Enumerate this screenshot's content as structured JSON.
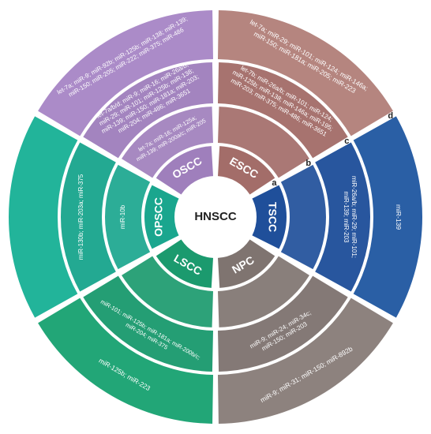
{
  "center": {
    "label": "HNSCC"
  },
  "ring_letters": [
    "a",
    "b",
    "c",
    "d"
  ],
  "sectors": [
    {
      "id": "escc",
      "label": "ESCC",
      "color_inner": "#a36d69",
      "color_outer": "#b5857f",
      "rings": [
        [],
        [
          "let-7b; miR-26a/b; miR-101; miR-124;",
          "miR-125b; miR-138; miR-146a; miR-195;",
          "miR-203; miR-375; miR-486; miR-3651"
        ],
        [
          "let-7a; miR-29; miR-101; miR-124; miR-146a;",
          "miR-150; miR-181a; miR-205; miR-223"
        ]
      ]
    },
    {
      "id": "tscc",
      "label": "TSCC",
      "color_inner": "#1f4f9a",
      "color_outer": "#2a5fa5",
      "rings": [
        [],
        [
          "miR-26a/b; miR-29; miR-101;",
          "miR-139; miR-203"
        ],
        [
          "miR-139"
        ]
      ]
    },
    {
      "id": "npc",
      "label": "NPC",
      "color_inner": "#7f7470",
      "color_outer": "#8d827e",
      "rings": [
        [],
        [
          "miR-9; miR-24; miR-34c;",
          "miR-150; miR-203"
        ],
        [
          "miR-9; miR-31; miR-150; miR-892b"
        ]
      ]
    },
    {
      "id": "lscc",
      "label": "LSCC",
      "color_inner": "#1b9a6e",
      "color_outer": "#22a677",
      "rings": [
        [],
        [
          "miR-101; miR-125b; miR-181a; miR-200b/c;",
          "miR-204; miR-375"
        ],
        [
          "miR-125b; miR-223"
        ]
      ]
    },
    {
      "id": "opscc",
      "label": "OPSCC",
      "color_inner": "#1aa68e",
      "color_outer": "#22b49a",
      "rings": [
        [
          "miR-10b"
        ],
        [
          "miR-130b; miR-203a; miR-375"
        ],
        []
      ]
    },
    {
      "id": "oscc",
      "label": "OSCC",
      "color_inner": "#9f7fbc",
      "color_outer": "#ab8bc8",
      "rings": [
        [
          "let-7a; miR-16; miR-125a;",
          "miR-139; miR-200a/c; miR-205"
        ],
        [
          "let-7a/b/d; miR-9; miR-16; miR-26a/b;",
          "miR-29; miR-101; miR-125b; miR-138;",
          "miR-139; miR-150; miR-181a; miR-203;",
          "miR-204; miR-486; miR-3651"
        ],
        [
          "let-7a; miR-9; miR-92b; miR-125b; miR-138; miR-139;",
          "miR-150; miR-205; miR-222; miR-375; miR-486"
        ]
      ]
    }
  ]
}
